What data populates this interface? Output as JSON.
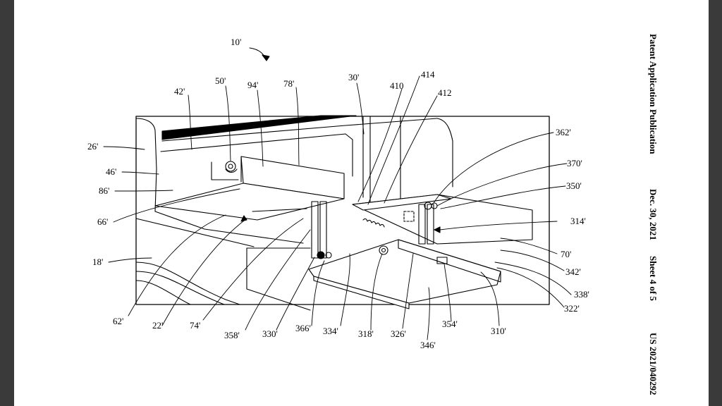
{
  "header": {
    "publication": "Patent Application Publication",
    "date": "Dec. 30, 2021",
    "sheet": "Sheet 4 of 5",
    "number": "US 2021/040292"
  },
  "figure": {
    "labels": {
      "l10": "10'",
      "l42": "42'",
      "l50": "50'",
      "l94": "94'",
      "l78": "78'",
      "l30": "30'",
      "l410": "410",
      "l414": "414",
      "l412": "412",
      "l26": "26'",
      "l46": "46'",
      "l86": "86'",
      "l66": "66'",
      "l18": "18'",
      "l362": "362'",
      "l370": "370'",
      "l350": "350'",
      "l314": "314'",
      "l70": "70'",
      "l342": "342'",
      "l338": "338'",
      "l322": "322'",
      "l62": "62'",
      "l22": "22'",
      "l74": "74'",
      "l358": "358'",
      "l330": "330'",
      "l366": "366'",
      "l334": "334'",
      "l318": "318'",
      "l326": "326'",
      "l346": "346'",
      "l354": "354'",
      "l310": "310'"
    }
  }
}
